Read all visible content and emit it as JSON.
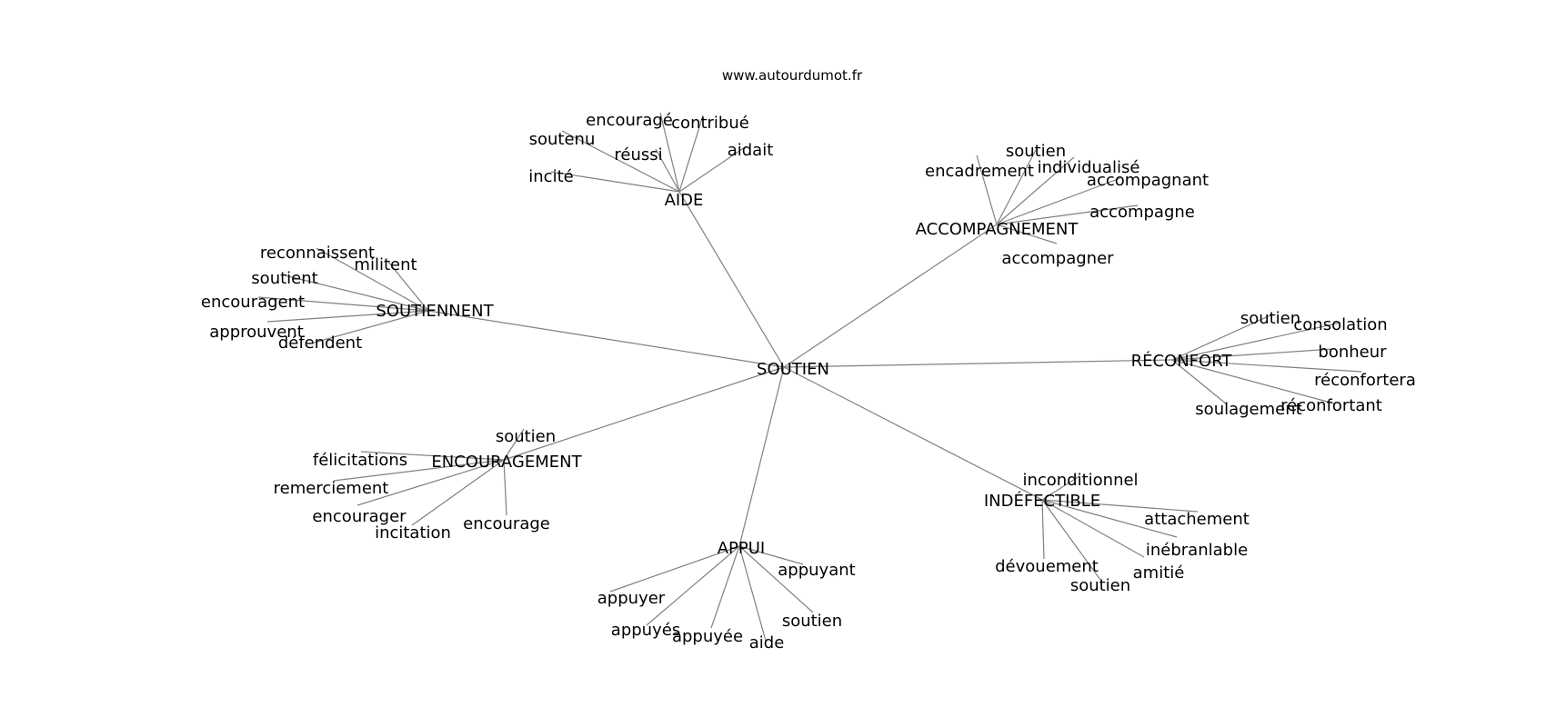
{
  "watermark": "www.autourdumot.fr",
  "colors": {
    "edge": "#808080",
    "text": "#000000",
    "background": "#ffffff"
  },
  "graph": {
    "root": "SOUTIEN",
    "clusters": [
      {
        "hub": "AIDE",
        "words": [
          "encouragé",
          "contribué",
          "soutenu",
          "réussi",
          "aidait",
          "incité"
        ]
      },
      {
        "hub": "ACCOMPAGNEMENT",
        "words": [
          "soutien",
          "individualisé",
          "encadrement",
          "accompagnant",
          "accompagne",
          "accompagner"
        ]
      },
      {
        "hub": "SOUTIENNENT",
        "words": [
          "reconnaissent",
          "militent",
          "soutient",
          "encouragent",
          "approuvent",
          "défendent"
        ]
      },
      {
        "hub": "RÉCONFORT",
        "words": [
          "soutien",
          "consolation",
          "bonheur",
          "réconfortera",
          "réconfortant",
          "soulagement"
        ]
      },
      {
        "hub": "ENCOURAGEMENT",
        "words": [
          "soutien",
          "félicitations",
          "remerciement",
          "encourager",
          "incitation",
          "encourage"
        ]
      },
      {
        "hub": "INDÉFECTIBLE",
        "words": [
          "inconditionnel",
          "attachement",
          "inébranlable",
          "amitié",
          "dévouement",
          "soutien"
        ]
      },
      {
        "hub": "APPUI",
        "words": [
          "appuyant",
          "appuyer",
          "appuyés",
          "appuyée",
          "aide",
          "soutien"
        ]
      }
    ]
  }
}
